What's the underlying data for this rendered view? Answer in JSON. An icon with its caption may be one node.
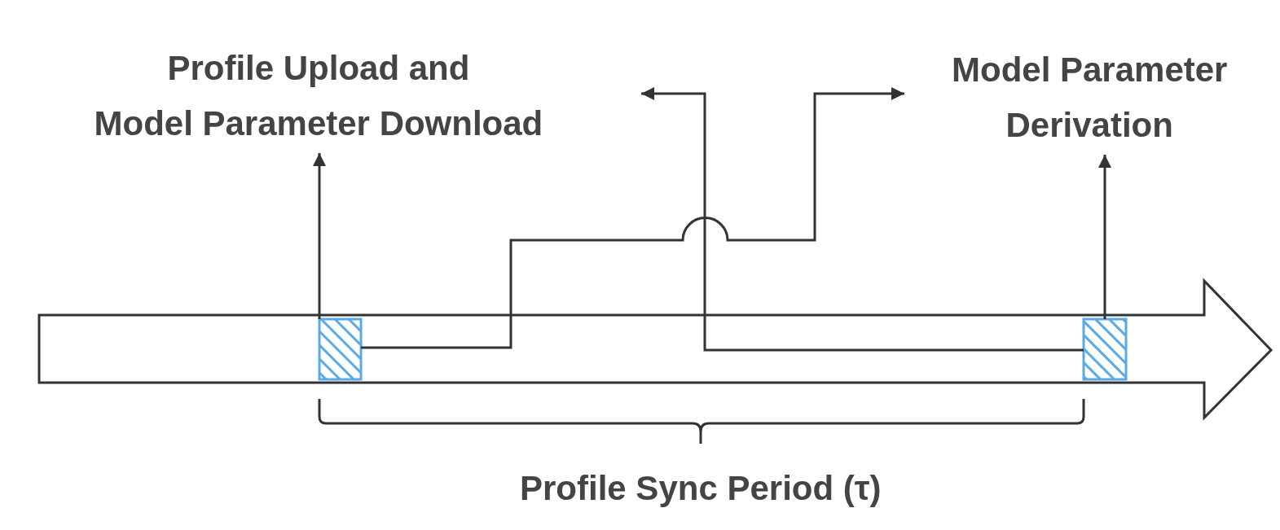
{
  "diagram": {
    "nodes": [
      {
        "text": [
          "Profile Upload and Model Parameter Download"
        ]
      },
      {
        "text": [
          "Model Parameter Derivation"
        ]
      },
      {
        "text": [],
        "shape": "box"
      },
      {
        "text": [],
        "shape": "box"
      }
    ],
    "edges": [
      {
        "from": 2,
        "to": 0,
        "arrow": "to"
      },
      {
        "from": 3,
        "to": 1,
        "arrow": "to"
      },
      {
        "from": 2,
        "to": null,
        "arrow": "to"
      },
      {
        "from": 3,
        "to": null,
        "arrow": "to"
      }
    ],
    "labels": [
      "Profile Sync Period (τ)"
    ]
  }
}
